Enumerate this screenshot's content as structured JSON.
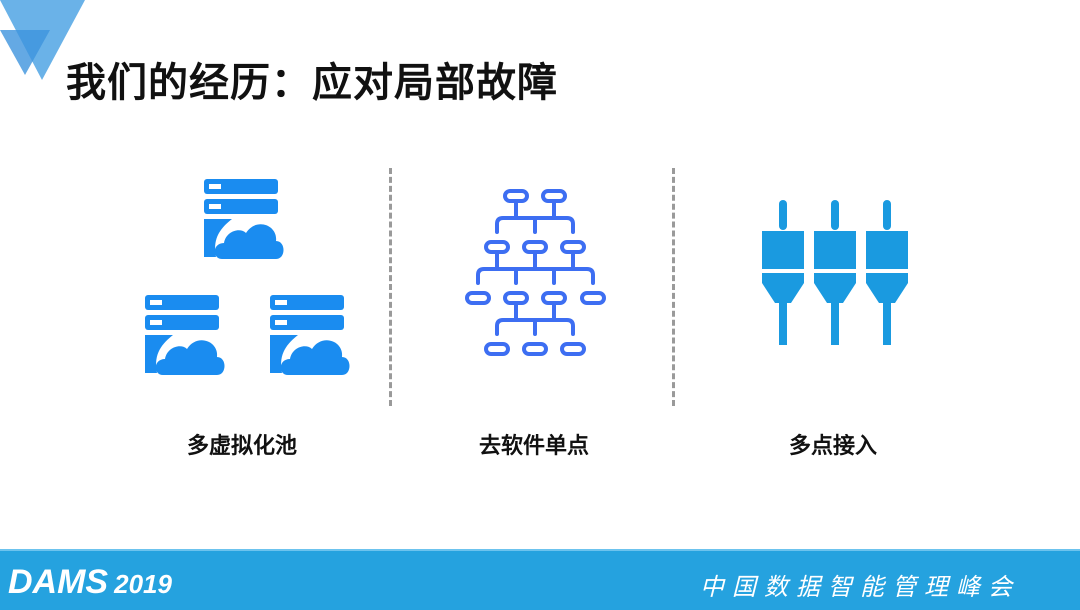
{
  "title": "我们的经历：应对局部故障",
  "items": [
    {
      "label": "多虚拟化池",
      "icon": "server-cloud-icon"
    },
    {
      "label": "去软件单点",
      "icon": "hierarchy-icon"
    },
    {
      "label": "多点接入",
      "icon": "plug-icon"
    }
  ],
  "footer": {
    "brand": "DAMS",
    "year": "2019",
    "conference": "中国数据智能管理峰会"
  },
  "colors": {
    "accent": "#1a8cf0",
    "hierarchy": "#3d6ef2",
    "plug": "#1a9ae0",
    "footer": "#25a2df"
  }
}
